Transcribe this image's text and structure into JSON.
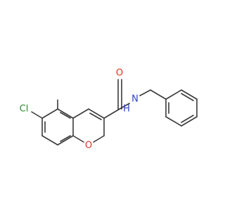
{
  "molecule": {
    "atoms": {
      "chlorine": {
        "label": "Cl",
        "color": "#2e8b2e"
      },
      "oxygen_carbonyl": {
        "label": "O",
        "color": "#e0341f"
      },
      "nitrogen": {
        "label": "N",
        "color": "#2f3fc9"
      },
      "hydrogen_amide": {
        "label": "H",
        "color": "#2f3fc9"
      },
      "oxygen_ring": {
        "label": "O",
        "color": "#e0341f"
      }
    },
    "bond_color": "#3a3a3a"
  }
}
